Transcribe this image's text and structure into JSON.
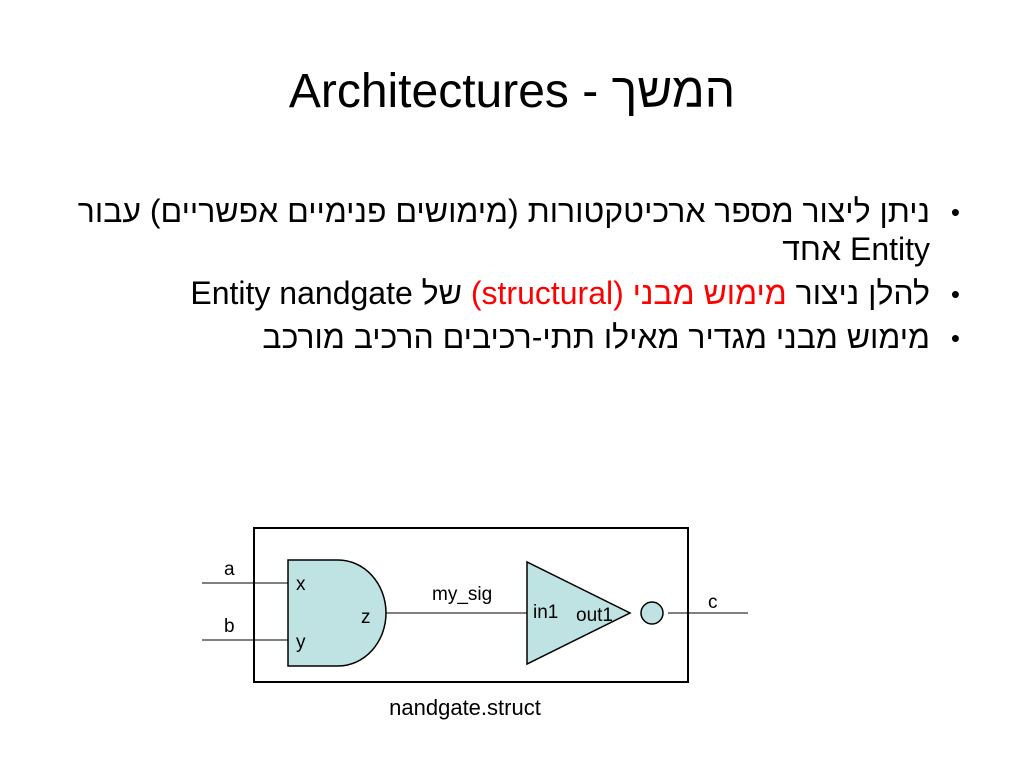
{
  "slide": {
    "title": "המשך - Architectures"
  },
  "bullets": [
    {
      "plain": "ניתן ליצור מספר ארכיטקטורות (מימושים פנימיים אפשריים) עבור Entity אחד"
    },
    {
      "part1": "להלן ניצור ",
      "highlight": "מימוש מבני (structural)",
      "part2": " של Entity nandgate"
    },
    {
      "plain": "מימוש מבני מגדיר מאילו תתי-רכיבים הרכיב מורכב"
    }
  ],
  "diagram": {
    "label_a": "a",
    "label_b": "b",
    "label_c": "c",
    "and_x": "x",
    "and_y": "y",
    "and_z": "z",
    "signal": "my_sig",
    "inv_in": "in1",
    "inv_out": "out1",
    "caption": "nandgate.struct",
    "colors": {
      "gate_fill": "#bfe3e3",
      "stroke": "#000000",
      "highlight_text": "#ff0000"
    }
  }
}
